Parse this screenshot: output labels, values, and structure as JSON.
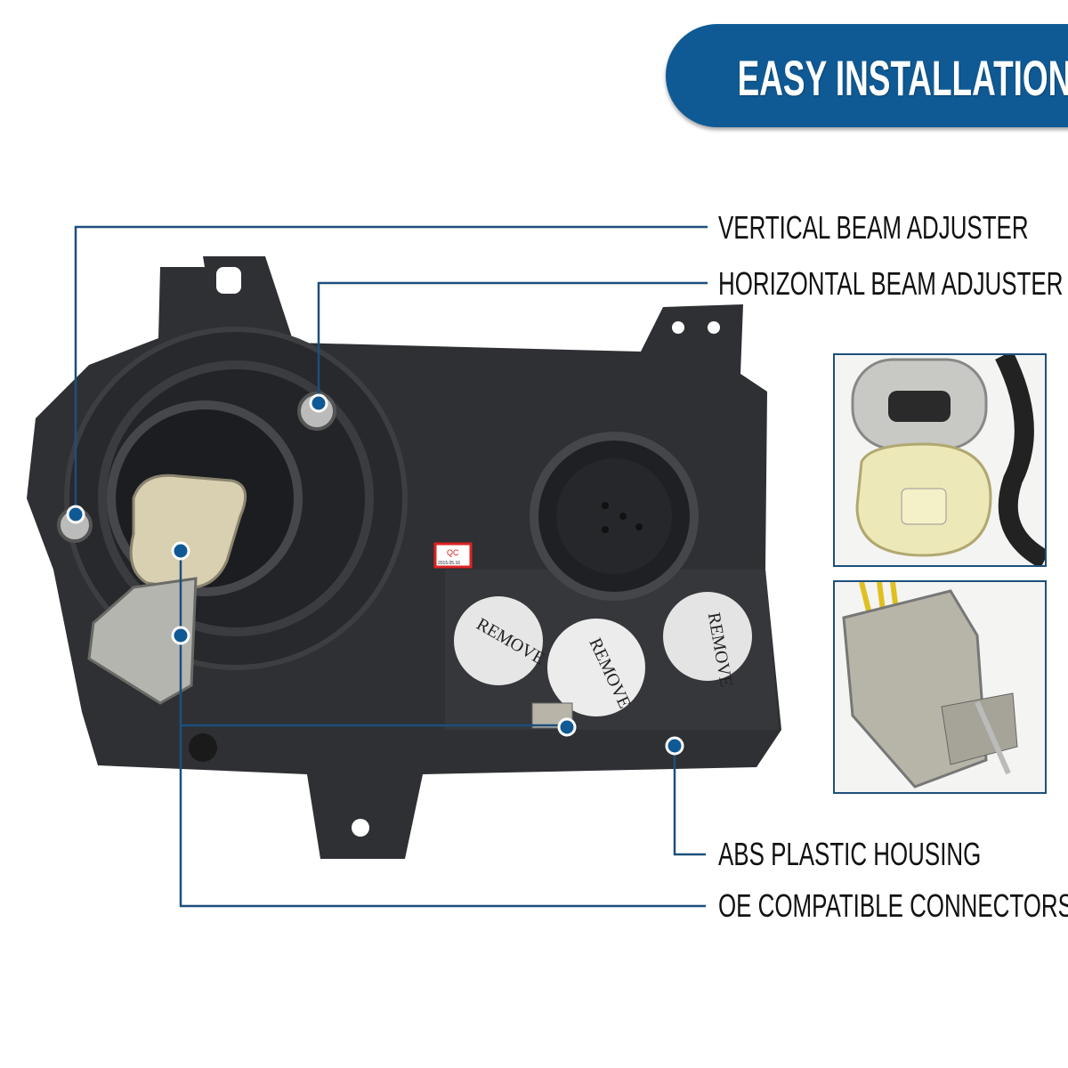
{
  "banner": {
    "title": "EASY INSTALLATION"
  },
  "callouts": {
    "vertical": "VERTICAL BEAM ADJUSTER",
    "horizontal": "HORIZONTAL BEAM ADJUSTER",
    "housing": "ABS PLASTIC HOUSING",
    "connectors": "OE COMPATIBLE CONNECTORS"
  },
  "product": {
    "qc_label": "QC",
    "qc_date": "2015.05.16",
    "remove_tag": "REMOVE"
  },
  "colors": {
    "accent": "#0f5a94",
    "line": "#1d4f7c",
    "housing": "#2e3034"
  }
}
